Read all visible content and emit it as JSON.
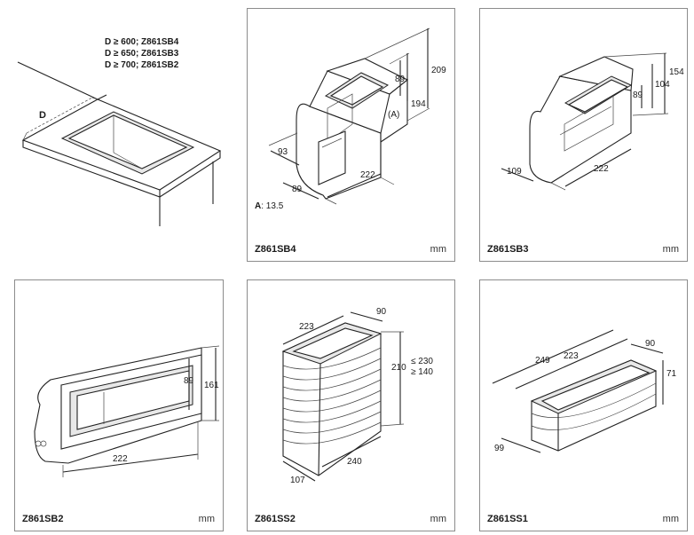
{
  "legend": {
    "rules": [
      "D ≥ 600; Z861SB4",
      "D ≥ 650; Z861SB3",
      "D ≥ 700; Z861SB2"
    ],
    "depth_label": "D"
  },
  "unit": "mm",
  "panels": {
    "sb4": {
      "model": "Z861SB4",
      "d209": "209",
      "d89": "89",
      "d194": "194",
      "d93": "93",
      "d89b": "89",
      "d222": "222",
      "marker_a": "(A)",
      "note_key": "A",
      "note_val": ": 13.5"
    },
    "sb3": {
      "model": "Z861SB3",
      "d154": "154",
      "d104": "104",
      "d89": "89",
      "d109": "109",
      "d222": "222"
    },
    "sb2": {
      "model": "Z861SB2",
      "d89": "89",
      "d161": "161",
      "d222": "222"
    },
    "ss2": {
      "model": "Z861SS2",
      "d223": "223",
      "d90": "90",
      "d210": "210",
      "dmax": "≤ 230",
      "dmin": "≥ 140",
      "d240": "240",
      "d107": "107"
    },
    "ss1": {
      "model": "Z861SS1",
      "d90": "90",
      "d249": "249",
      "d223": "223",
      "d71": "71",
      "d99": "99"
    }
  }
}
